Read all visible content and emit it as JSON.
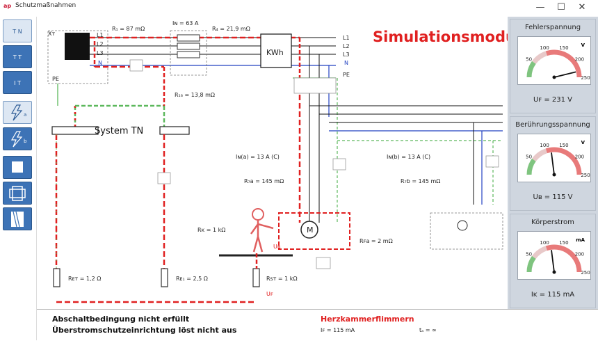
{
  "window": {
    "app_icon": "ap",
    "title": "Schutzmaßnahmen",
    "minimize": "—",
    "maximize": "☐",
    "close": "✕"
  },
  "toolbar": [
    {
      "label": "T N",
      "name": "tn-button",
      "selected": true
    },
    {
      "label": "T T",
      "name": "tt-button",
      "selected": false
    },
    {
      "label": "I T",
      "name": "it-button",
      "selected": false
    },
    {
      "label": "a",
      "name": "fault-a-button",
      "icon": "lightning-icon",
      "selected": true
    },
    {
      "label": "b",
      "name": "fault-b-button",
      "icon": "lightning-icon",
      "selected": false
    },
    {
      "label": "",
      "name": "square-button",
      "icon": "square-icon",
      "selected": false
    },
    {
      "label": "",
      "name": "device-button",
      "icon": "device-icon",
      "selected": false
    },
    {
      "label": "",
      "name": "wall-button",
      "icon": "wall-icon",
      "selected": false
    }
  ],
  "diagram": {
    "title": "Simulationsmodule",
    "system_label": "System TN",
    "labels": {
      "xt": "Xᴛ",
      "l1": "L1",
      "l2": "L2",
      "l3": "L3",
      "n": "N",
      "pe": "PE",
      "r1": "R₁ = 87 mΩ",
      "in": "Iɴ = 63 A",
      "r4": "R₄ = 21,9 mΩ",
      "kwh": "KWh",
      "out_l1": "L1",
      "out_l2": "L2",
      "out_l3": "L3",
      "out_n": "N",
      "out_pe": "PE",
      "r16": "R₁₆ = 13,8 mΩ",
      "in_a": "Iɴ(a) = 13 A (C)",
      "in_b": "Iɴ(b) = 13 A (C)",
      "r7a": "R₇a = 145 mΩ",
      "r7b": "R₇b = 145 mΩ",
      "rk": "Rᴋ = 1 kΩ",
      "rfa": "Rꜰa = 2 mΩ",
      "motor": "M",
      "ub": "Uʙ",
      "uf": "Uꜰ",
      "ret": "Rᴇᴛ = 1,2 Ω",
      "re1": "Rᴇ₁ = 2,5 Ω",
      "rst": "Rꜱᴛ = 1 kΩ"
    }
  },
  "meters": [
    {
      "title": "Fehlerspannung",
      "unit": "V",
      "scale": [
        "50",
        "100",
        "150",
        "200",
        "250"
      ],
      "value_label": "Uꜰ = 231 V",
      "value": 231,
      "max": 250,
      "name": "fehlerspannung"
    },
    {
      "title": "Berührungsspannung",
      "unit": "V",
      "scale": [
        "50",
        "100",
        "150",
        "200",
        "250"
      ],
      "value_label": "Uʙ = 115 V",
      "value": 115,
      "max": 250,
      "name": "beruehrungsspannung"
    },
    {
      "title": "Körperstrom",
      "unit": "mA",
      "scale": [
        "50",
        "100",
        "150",
        "200",
        "250"
      ],
      "value_label": "Iᴋ = 115 mA",
      "value": 115,
      "max": 250,
      "name": "koerperstrom"
    }
  ],
  "status": {
    "line1": "Abschaltbedingung nicht erfüllt",
    "line2": "Überstromschutzeinrichtung löst nicht aus",
    "danger": "Herzkammerflimmern",
    "if_value": "Iꜰ = 115 mA",
    "ta_value": "tₐ = ∞"
  },
  "colors": {
    "accent_blue": "#3d73b6",
    "fault_red": "#e02020",
    "pe_green": "#5cb85c",
    "neutral_blue": "#2040c0"
  }
}
